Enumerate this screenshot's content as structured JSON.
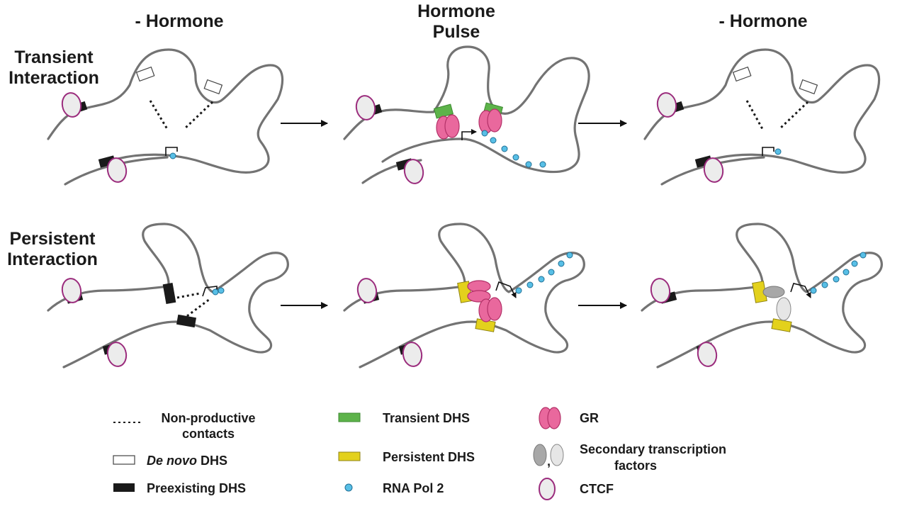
{
  "columns": [
    "- Hormone",
    "Hormone",
    "Pulse",
    "- Hormone"
  ],
  "rows": {
    "transient": [
      "Transient",
      "Interaction"
    ],
    "persistent": [
      "Persistent",
      "Interaction"
    ]
  },
  "legend": {
    "non_productive_1": "Non-productive",
    "non_productive_2": "contacts",
    "de_novo_italic": "De novo",
    "de_novo_rest": " DHS",
    "preexisting": "Preexisting DHS",
    "transient_dhs": "Transient DHS",
    "persistent_dhs": "Persistent DHS",
    "rna_pol": "RNA Pol 2",
    "gr": "GR",
    "secondary_1": "Secondary transcription",
    "secondary_2": "factors",
    "ctcf": "CTCF"
  },
  "colors": {
    "chromatin": "#737373",
    "transient_dhs": "#5db34a",
    "persistent_dhs": "#e3d11c",
    "gr": "#e9689d",
    "rna_pol": "#58bfe6",
    "ctcf_outline": "#9b2c7d"
  }
}
